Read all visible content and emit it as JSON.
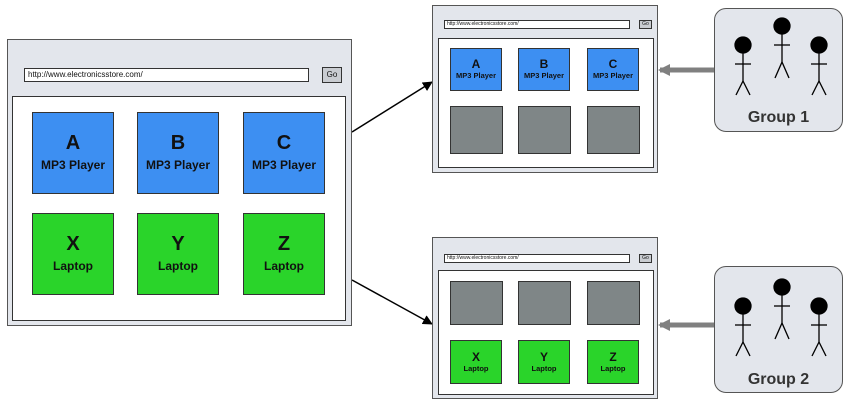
{
  "url": "http://www.electronicsstore.com/",
  "go_label": "Go",
  "mp3_label": "MP3 Player",
  "laptop_label": "Laptop",
  "mp3_letters": [
    "A",
    "B",
    "C"
  ],
  "laptop_letters": [
    "X",
    "Y",
    "Z"
  ],
  "groups": [
    {
      "label": "Group 1"
    },
    {
      "label": "Group 2"
    }
  ],
  "colors": {
    "mp3": "#3d8ff2",
    "laptop": "#2ad42a",
    "hidden": "#7f8687",
    "frame": "#e3e6ec",
    "arrow_gray": "#808080"
  }
}
